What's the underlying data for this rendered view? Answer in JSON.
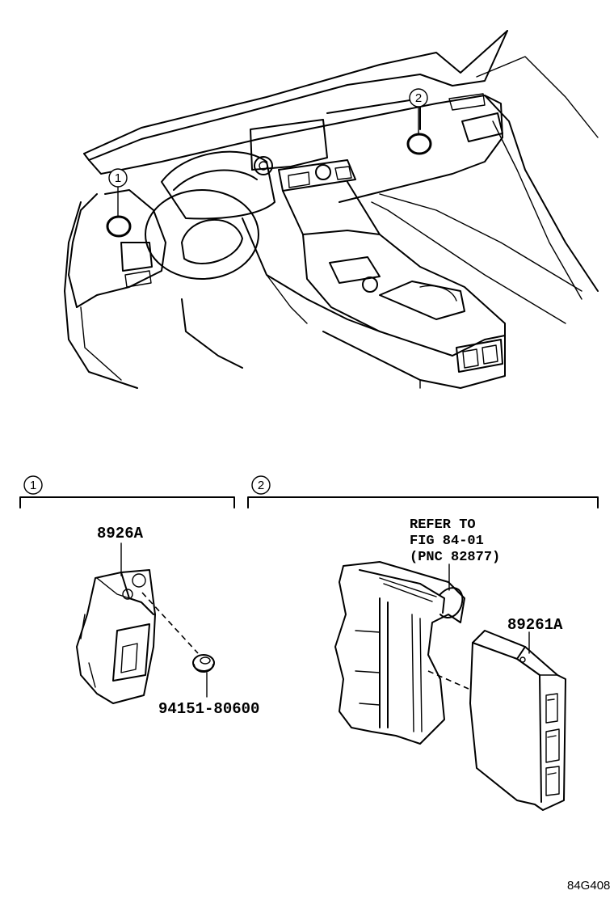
{
  "callouts": {
    "one": "1",
    "two": "2"
  },
  "sections": {
    "one": "1",
    "two": "2"
  },
  "parts": {
    "computer_left": "8926A",
    "bolt": "94151-80600",
    "computer_right": "89261A"
  },
  "reference": {
    "line1": "REFER TO",
    "line2": "FIG 84-01",
    "line3": "(PNC 82877)"
  },
  "figure_code": "84G408"
}
